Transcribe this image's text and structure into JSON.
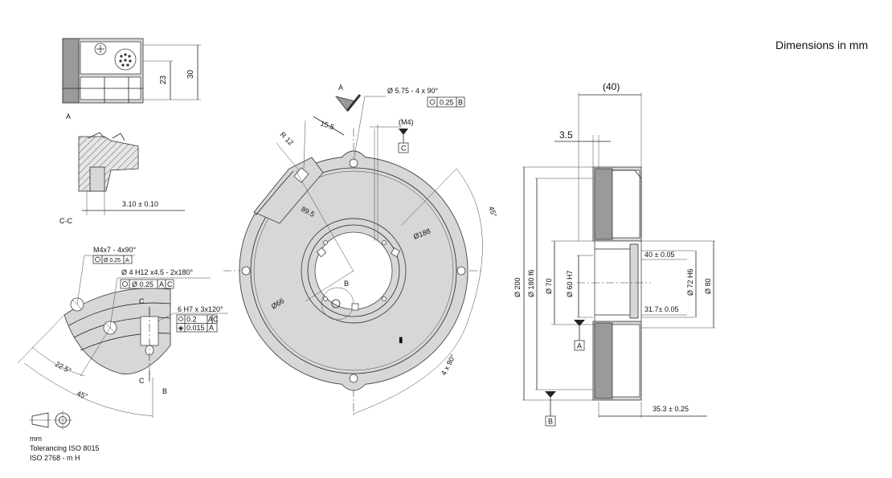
{
  "header": {
    "units_note": "Dimensions in mm"
  },
  "view_labels": {
    "a": "A",
    "cc": "C-C",
    "b": "B",
    "c": "C",
    "c_marker": "C",
    "a_arrow": "A",
    "datum_a": "A",
    "datum_b": "B",
    "datum_c": "C"
  },
  "top_view": {
    "dim_23": "23",
    "dim_30": "30"
  },
  "section_cc": {
    "dim_310": "3.10 ± 0.10"
  },
  "detail_b": {
    "callout_m4": "M4x7 - 4x90°",
    "tol_m4": "Ø 0.25",
    "tol_m4_ref": "A",
    "callout_hole": "Ø 4 H12 x4.5 - 2x180°",
    "tol_hole": "Ø 0.25",
    "tol_hole_ref1": "A",
    "tol_hole_ref2": "C",
    "callout_h7": "6 H7 x 3x120°",
    "tol_h7_1": "0.2",
    "tol_h7_1_ref1": "A",
    "tol_h7_1_ref2": "C",
    "tol_h7_2": "0.015",
    "tol_h7_2_ref": "A",
    "angle_225": "22.5°",
    "angle_45": "45°"
  },
  "front_view": {
    "callout_holes": "Ø 5.75 - 4 x 90°",
    "tol_holes": "0.25",
    "tol_holes_ref": "B",
    "m4": "(M4)",
    "dim_155": "15.5",
    "dim_r12": "R 12",
    "dim_895": "89.5",
    "dim_188": "Ø188",
    "dim_66": "Ø66",
    "angle_45": "45°",
    "angle_4x90": "4 x 90°"
  },
  "side_view": {
    "dim_40": "(40)",
    "dim_35": "3.5",
    "dim_200": "Ø 200",
    "dim_180": "Ø 180 f6",
    "dim_70": "Ø 70",
    "dim_60": "Ø 60 H7",
    "dim_40_005": "40 ± 0.05",
    "dim_317": "31.7± 0.05",
    "dim_72": "Ø 72 H6",
    "dim_80": "Ø 80",
    "dim_353": "35.3 ± 0.25"
  },
  "footer": {
    "units": "mm",
    "tolerancing": "Tolerancing ISO 8015",
    "iso": "ISO 2768 - m H"
  }
}
